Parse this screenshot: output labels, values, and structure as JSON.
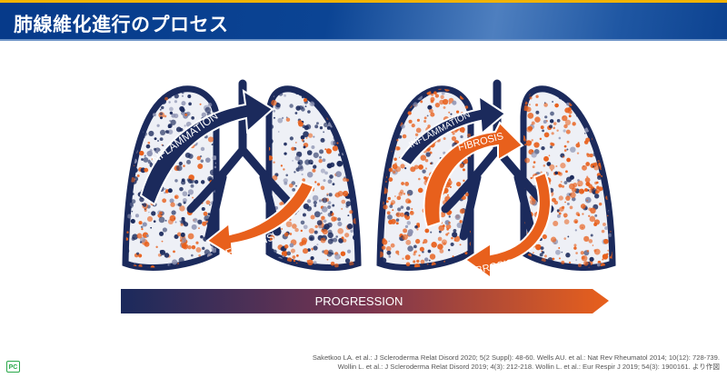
{
  "header": {
    "title": "肺線維化進行のプロセス"
  },
  "diagram": {
    "progression_label": "PROGRESSION",
    "left_panel": {
      "inflammation_label": "INFLAMMATION",
      "fibrosis_label": "FIBROSIS"
    },
    "right_panel": {
      "inflammation_label": "INFLAMMATION",
      "fibrosis_label_top": "FIBROSIS",
      "fibrosis_label_bottom": "FIBROSIS"
    },
    "colors": {
      "lung_outline": "#1b2a5c",
      "inflammation": "#1b2a5c",
      "fibrosis": "#e8601c",
      "progression_start": "#1b2a5c",
      "progression_end": "#e8601c"
    }
  },
  "footer": {
    "citation_line1": "Saketkoo LA. et al.: J Scleroderma Relat Disord 2020; 5(2 Suppl): 48-60. Wells AU. et al.: Nat Rev Rheumatol 2014; 10(12): 728-739.",
    "citation_line2": "Wollin L. et al.: J Scleroderma Relat Disord 2019; 4(3): 212-218. Wollin L. et al.: Eur Respir J 2019; 54(3): 1900161. より作図",
    "logo_text": "PC"
  }
}
